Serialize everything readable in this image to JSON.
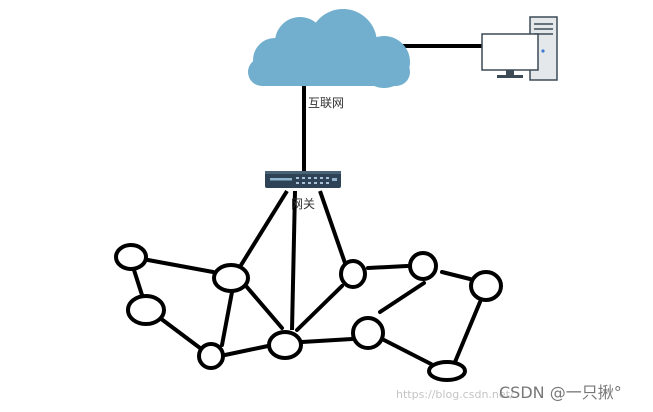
{
  "labels": {
    "internet": "互联网",
    "gateway": "网关"
  },
  "watermark": {
    "url": "https://blog.csdn.net/",
    "text": "CSDN @一只揪°"
  },
  "colors": {
    "cloud": "#72AFCF",
    "gateway_body": "#2E4456",
    "computer_outline": "#3C4A56",
    "line": "#000000"
  },
  "icons": {
    "cloud": "cloud-icon",
    "gateway": "router-icon",
    "computer": "desktop-computer-icon"
  }
}
